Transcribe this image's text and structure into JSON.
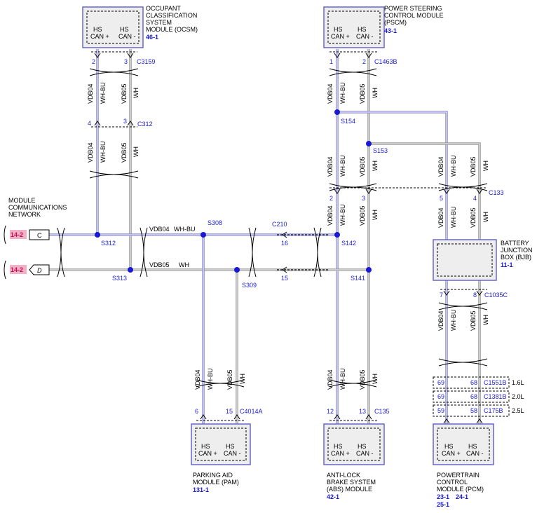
{
  "network": {
    "title_lines": [
      "MODULE",
      "COMMUNICATIONS",
      "NETWORK"
    ],
    "c_ref": "14-2",
    "c_letter": "C",
    "d_ref": "14-2",
    "d_letter": "D"
  },
  "ocsm": {
    "name_lines": [
      "OCCUPANT",
      "CLASSIFICATION",
      "SYSTEM",
      "MODULE (OCSM)"
    ],
    "ref": "46-1",
    "pins": [
      "HS",
      "CAN +",
      "HS",
      "CAN -"
    ],
    "conn_top": "C3159",
    "pin_a": "2",
    "pin_b": "3",
    "conn_mid": "C312",
    "pin_c": "4",
    "pin_d": "3"
  },
  "pscm": {
    "name_lines": [
      "POWER STEERING",
      "CONTROL MODULE",
      "(PSCM)"
    ],
    "ref": "43-1",
    "pins": [
      "HS",
      "CAN +",
      "HS",
      "CAN -"
    ],
    "conn_top": "C1463B",
    "pin_a": "1",
    "pin_b": "2"
  },
  "wires": {
    "c1": "VDB04",
    "c1c": "WH-BU",
    "c2": "VDB05",
    "c2c": "WH"
  },
  "splices": {
    "s154": "S154",
    "s153": "S153",
    "s312": "S312",
    "s313": "S313",
    "s308": "S308",
    "s309": "S309",
    "s142": "S142",
    "s141": "S141"
  },
  "c210": {
    "name": "C210",
    "pin_a": "16",
    "pin_b": "15"
  },
  "c133": {
    "name": "C133",
    "pin_a": "2",
    "pin_b": "3",
    "pin_c": "5",
    "pin_d": "4"
  },
  "bjb": {
    "name_lines": [
      "BATTERY",
      "JUNCTION",
      "BOX (BJB)"
    ],
    "ref": "11-1",
    "conn": "C1035C",
    "pin_a": "7",
    "pin_b": "8"
  },
  "pcm_conns": [
    {
      "a": "69",
      "b": "68",
      "name": "C1551B",
      "eng": "1.6L"
    },
    {
      "a": "69",
      "b": "68",
      "name": "C1381B",
      "eng": "2.0L"
    },
    {
      "a": "59",
      "b": "58",
      "name": "C175B",
      "eng": "2.5L"
    }
  ],
  "pam": {
    "name_lines": [
      "PARKING AID",
      "MODULE (PAM)"
    ],
    "ref": "131-1",
    "pins": [
      "HS",
      "CAN +",
      "HS",
      "CAN -"
    ],
    "conn": "C4014A",
    "pin_a": "6",
    "pin_b": "15"
  },
  "abs": {
    "name_lines": [
      "ANTI-LOCK",
      "BRAKE SYSTEM",
      "(ABS) MODULE"
    ],
    "ref": "42-1",
    "pins": [
      "HS",
      "CAN +",
      "HS",
      "CAN -"
    ],
    "conn": "C135",
    "pin_a": "12",
    "pin_b": "13"
  },
  "pcm": {
    "name_lines": [
      "POWERTRAIN",
      "CONTROL",
      "MODULE (PCM)"
    ],
    "refs": [
      "23-1",
      "24-1",
      "25-1"
    ],
    "pins": [
      "HS",
      "CAN +",
      "HS",
      "CAN -"
    ]
  },
  "colors": {
    "wire_blue": "#8b8bd6",
    "splice": "#1a1ad6",
    "box_border": "#6666cc",
    "box_fill": "#eeeeee",
    "ref_bg": "#f0b0c8"
  }
}
